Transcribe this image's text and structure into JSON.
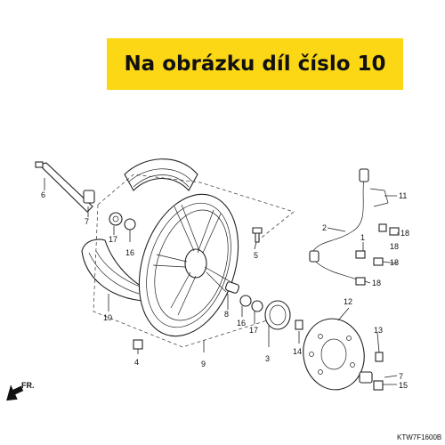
{
  "banner": {
    "text": "Na obrázku díl číslo 10",
    "color": "#fbd716"
  },
  "diagram": {
    "code": "KTW7F1600B",
    "direction_label": "FR.",
    "labels": {
      "l1": "1",
      "l2": "2",
      "l3": "3",
      "l4": "4",
      "l5": "5",
      "l6": "6",
      "l7a": "7",
      "l7b": "7",
      "l8": "8",
      "l9": "9",
      "l10": "10",
      "l11": "11",
      "l12": "12",
      "l13": "13",
      "l14": "14",
      "l15": "15",
      "l16a": "16",
      "l16b": "16",
      "l17a": "17",
      "l17b": "17",
      "l18a": "18",
      "l18b": "18",
      "l18c": "18",
      "l18d": "18"
    }
  }
}
